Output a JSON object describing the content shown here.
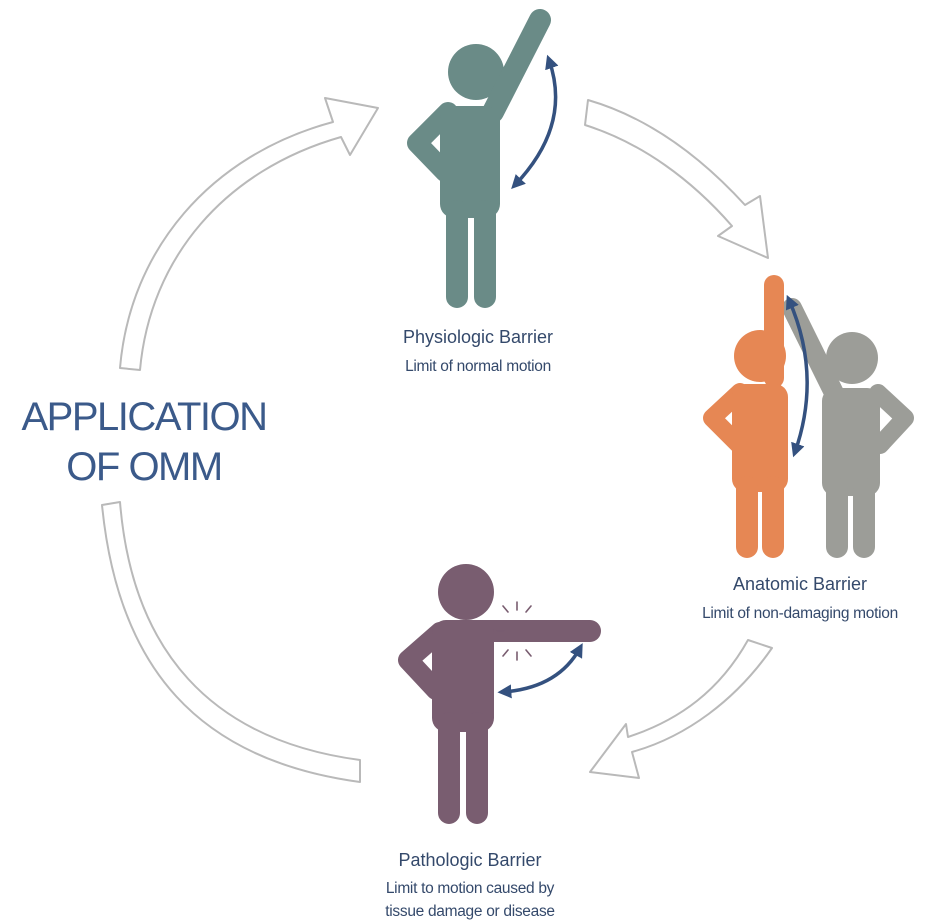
{
  "title": {
    "line1": "APPLICATION",
    "line2": "OF OMM"
  },
  "barriers": [
    {
      "name": "Physiologic Barrier",
      "description": [
        "Limit of normal motion"
      ],
      "figure_color": "#6a8b87"
    },
    {
      "name": "Anatomic Barrier",
      "description": [
        "Limit of non-damaging motion"
      ],
      "figure_color": "#e68754"
    },
    {
      "name": "Pathologic Barrier",
      "description": [
        "Limit to motion caused by",
        "tissue damage or disease"
      ],
      "figure_color": "#795d70"
    }
  ],
  "colors": {
    "ghost_figure": "#9c9d98",
    "motion_arrow": "#34517f",
    "cycle_arrow_outline": "#b9b9b9",
    "title_text": "#3b5a8a",
    "label_text": "#34496b"
  }
}
